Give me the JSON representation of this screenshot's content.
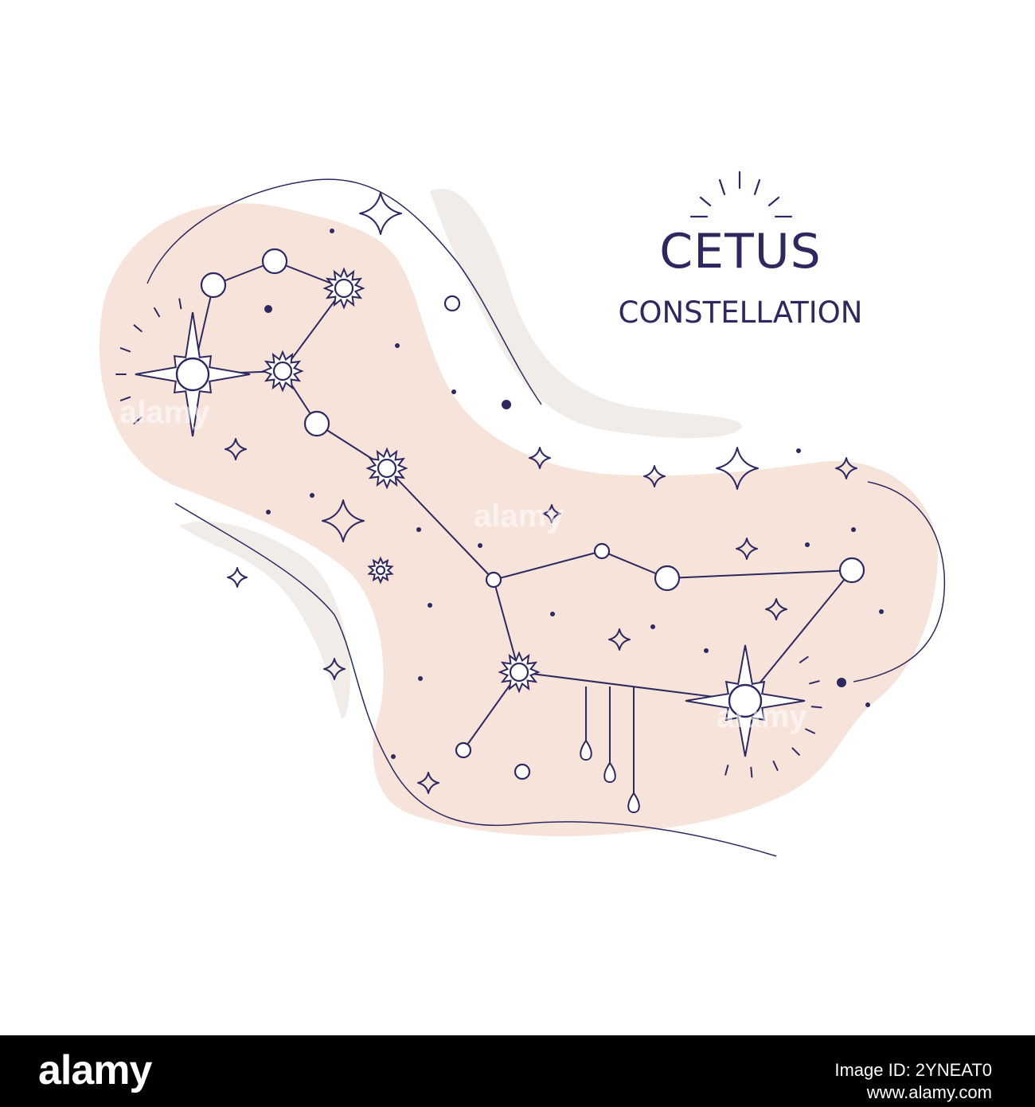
{
  "title": {
    "main": "CETUS",
    "sub": "CONSTELLATION"
  },
  "watermark": "alamy",
  "footer": {
    "logo": "alamy",
    "image_id_line": "Image ID: 2YNEAT0",
    "site": "www.alamy.com"
  },
  "colors": {
    "ink": "#2e2860",
    "blob": "#f6e4db",
    "shadow": "#f1ece8",
    "background": "#ffffff",
    "footer": "#000000"
  }
}
